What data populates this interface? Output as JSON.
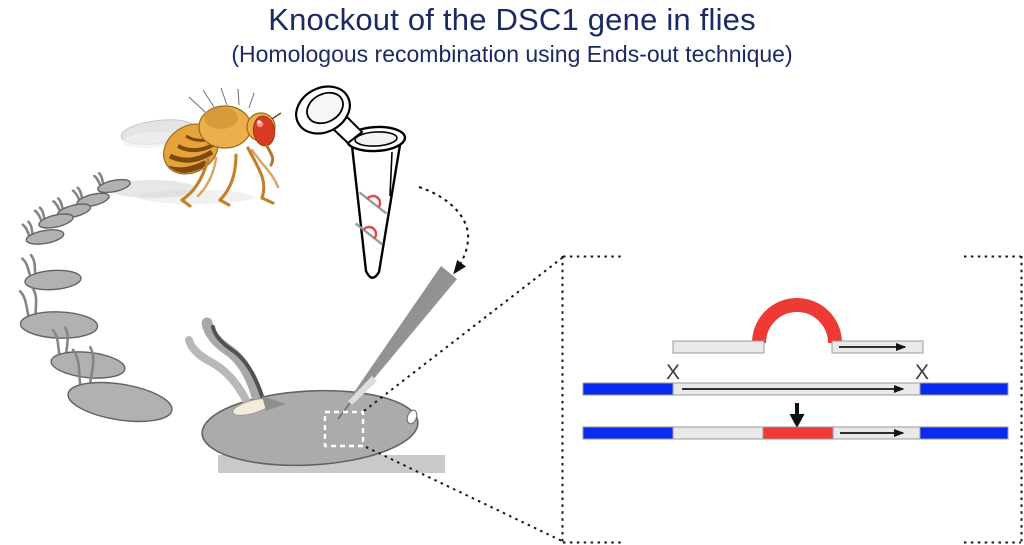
{
  "header": {
    "title": "Knockout of the DSC1 gene in flies",
    "subtitle": "(Homologous recombination using Ends-out technique)"
  },
  "diagram": {
    "crossover_labels": [
      "X",
      "X"
    ]
  },
  "colors": {
    "title_text": "#1b2a64",
    "chromosome_blue": "#0b2af0",
    "insert_red": "#ee3a35",
    "homology_gray": "#e9e9e9",
    "bar_border": "#9a9a9a",
    "embryo_gray": "#b1b1b1",
    "embryo_outline": "#636363",
    "slide_gray": "#c9c9c9",
    "connector_black": "#161616",
    "fly_body": "#e6a33c",
    "fly_eye": "#d93a22",
    "needle_gray": "#8d8d8d",
    "x_label": "#3d3d3d"
  }
}
